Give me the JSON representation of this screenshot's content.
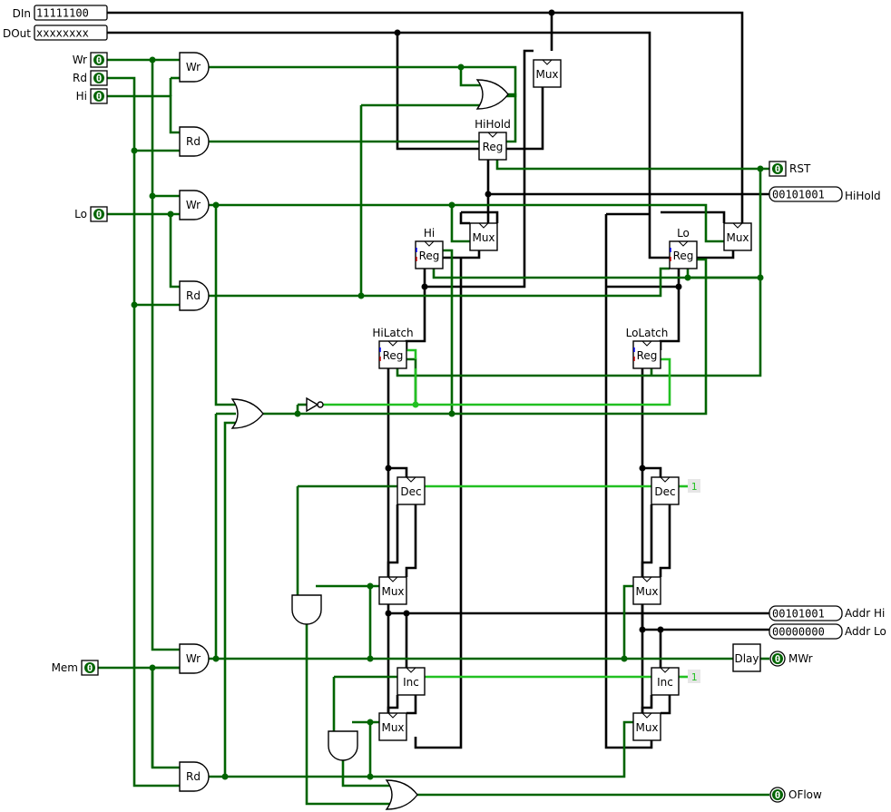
{
  "inputs": {
    "din": {
      "label": "DIn",
      "value": "11111100"
    },
    "dout": {
      "label": "DOut",
      "value": "xxxxxxxx"
    },
    "wr": {
      "label": "Wr",
      "value": "0"
    },
    "rd": {
      "label": "Rd",
      "value": "0"
    },
    "hi": {
      "label": "Hi",
      "value": "0"
    },
    "lo": {
      "label": "Lo",
      "value": "0"
    },
    "mem": {
      "label": "Mem",
      "value": "0"
    },
    "rst": {
      "label": "RST",
      "value": "0"
    }
  },
  "outputs": {
    "hihold": {
      "label": "HiHold",
      "value": "00101001"
    },
    "addr_hi": {
      "label": "Addr Hi",
      "value": "00101001"
    },
    "addr_lo": {
      "label": "Addr Lo",
      "value": "00000000"
    },
    "mwr": {
      "label": "MWr",
      "value": "0"
    },
    "oflow": {
      "label": "OFlow",
      "value": "0"
    }
  },
  "constants": {
    "dec_const": "1",
    "inc_const": "1"
  },
  "gates": {
    "wr": "Wr",
    "rd": "Rd"
  },
  "components": {
    "mux": "Mux",
    "reg": "Reg",
    "dec": "Dec",
    "inc": "Inc",
    "dlay": "Dlay"
  },
  "register_names": {
    "hihold": "HiHold",
    "hi": "Hi",
    "lo": "Lo",
    "hilatch": "HiLatch",
    "lolatch": "LoLatch"
  },
  "colors": {
    "wire_dark": "#006400",
    "wire_active": "#22c022",
    "bus": "#000000",
    "pin_fill": "#006400"
  }
}
